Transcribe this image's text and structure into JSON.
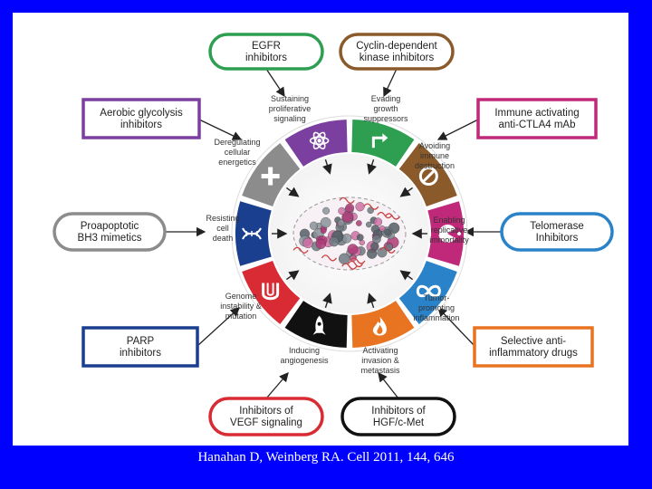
{
  "colors": {
    "background": "#0000ff",
    "panel": "#ffffff",
    "citation_text": "#ffffff"
  },
  "drug_boxes": [
    {
      "lines": [
        "EGFR",
        "inhibitors"
      ],
      "color": "#2e9e50"
    },
    {
      "lines": [
        "Cyclin-dependent",
        "kinase inhibitors"
      ],
      "color": "#8a5a2b"
    },
    {
      "lines": [
        "Aerobic glycolysis",
        "inhibitors"
      ],
      "color": "#7b3fa0"
    },
    {
      "lines": [
        "Immune activating",
        "anti-CTLA4 mAb"
      ],
      "color": "#c0287a"
    },
    {
      "lines": [
        "Proapoptotic",
        "BH3 mimetics"
      ],
      "color": "#8c8c8c"
    },
    {
      "lines": [
        "Telomerase",
        "Inhibitors"
      ],
      "color": "#2a82c9"
    },
    {
      "lines": [
        "PARP",
        "inhibitors"
      ],
      "color": "#1b3f8f"
    },
    {
      "lines": [
        "Selective anti-",
        "inflammatory drugs"
      ],
      "color": "#e87422"
    },
    {
      "lines": [
        "Inhibitors of",
        "VEGF signaling"
      ],
      "color": "#d92b33"
    },
    {
      "lines": [
        "Inhibitors of",
        "HGF/c-Met"
      ],
      "color": "#111111"
    }
  ],
  "hallmarks": [
    {
      "lines": [
        "Sustaining",
        "proliferative",
        "signaling"
      ],
      "color": "#2e9e50",
      "icon": "arrow-icon"
    },
    {
      "lines": [
        "Evading",
        "growth",
        "suppressors"
      ],
      "color": "#8a5a2b",
      "icon": "prohibited-icon"
    },
    {
      "lines": [
        "Avoiding",
        "immune",
        "destruction"
      ],
      "color": "#c0287a",
      "icon": "pacman-icon"
    },
    {
      "lines": [
        "Enabling",
        "replicative",
        "immortality"
      ],
      "color": "#2a82c9",
      "icon": "infinity-icon"
    },
    {
      "lines": [
        "Tumor-",
        "promoting",
        "inflammation"
      ],
      "color": "#e87422",
      "icon": "flame-icon"
    },
    {
      "lines": [
        "Activating",
        "invasion &",
        "metastasis"
      ],
      "color": "#111111",
      "icon": "rocket-icon"
    },
    {
      "lines": [
        "Inducing",
        "angiogenesis"
      ],
      "color": "#d92b33",
      "icon": "vessel-icon"
    },
    {
      "lines": [
        "Genome",
        "instability &",
        "mutation"
      ],
      "color": "#1b3f8f",
      "icon": "dna-icon"
    },
    {
      "lines": [
        "Resisting",
        "cell",
        "death"
      ],
      "color": "#8c8c8c",
      "icon": "cross-icon"
    },
    {
      "lines": [
        "Deregulating",
        "cellular",
        "energetics"
      ],
      "color": "#7b3fa0",
      "icon": "atom-icon"
    }
  ],
  "center_image": "tumor-cells-illustration",
  "citation": "Hanahan D, Weinberg RA. Cell 2011, 144, 646"
}
